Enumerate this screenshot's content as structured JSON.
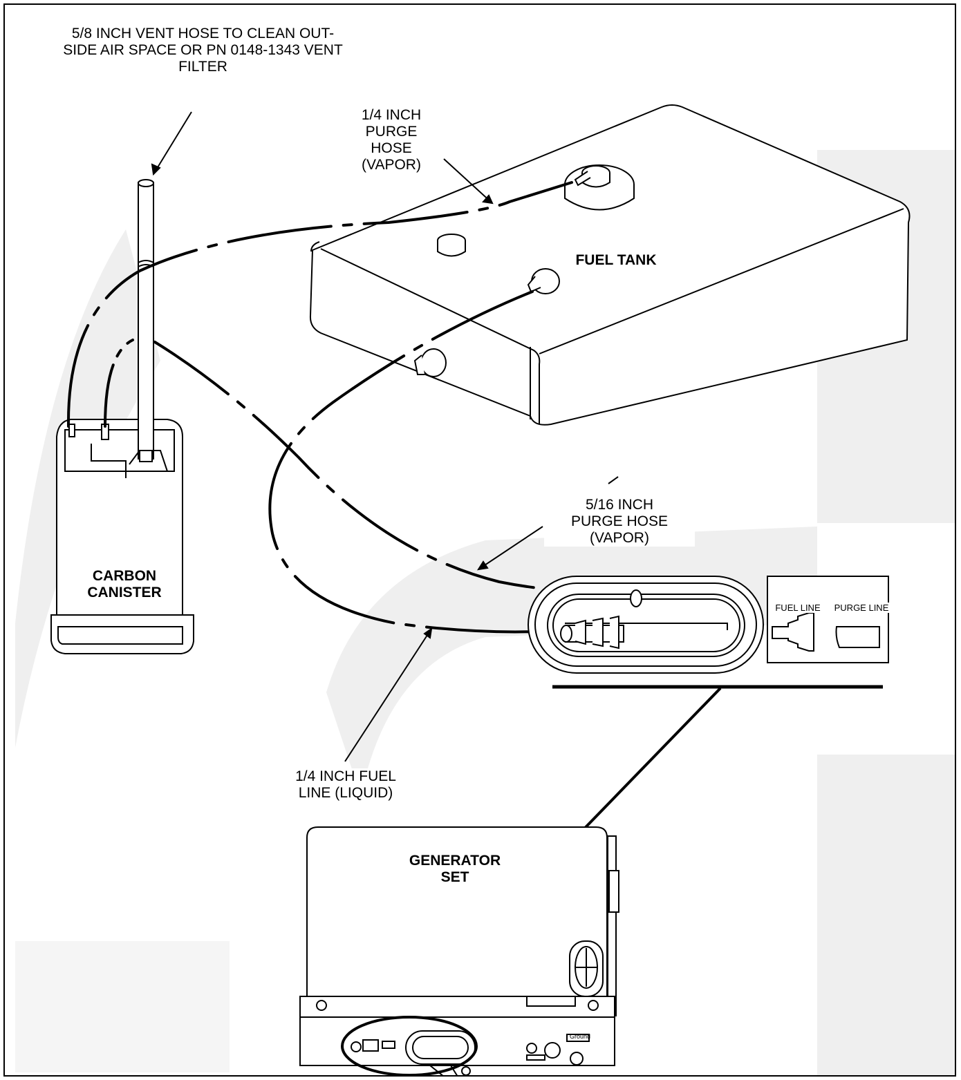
{
  "labels": {
    "vent_hose": "5/8 INCH VENT HOSE TO CLEAN OUT-\nSIDE AIR SPACE OR PN 0148-1343 VENT\nFILTER",
    "purge_hose_quarter": "1/4 INCH\nPURGE HOSE\n(VAPOR)",
    "fuel_tank": "FUEL TANK",
    "purge_hose_five_sixteenths": "5/16 INCH\nPURGE HOSE\n(VAPOR)",
    "carbon_canister": "CARBON\nCANISTER",
    "fuel_line": "1/4 INCH FUEL\nLINE (LIQUID)",
    "generator_set": "GENERATOR\nSET",
    "detail_fuel_line": "FUEL LINE",
    "detail_purge_line": "PURGE LINE",
    "ground": "Ground"
  },
  "colors": {
    "line": "#000000",
    "watermark": "#efefef"
  }
}
